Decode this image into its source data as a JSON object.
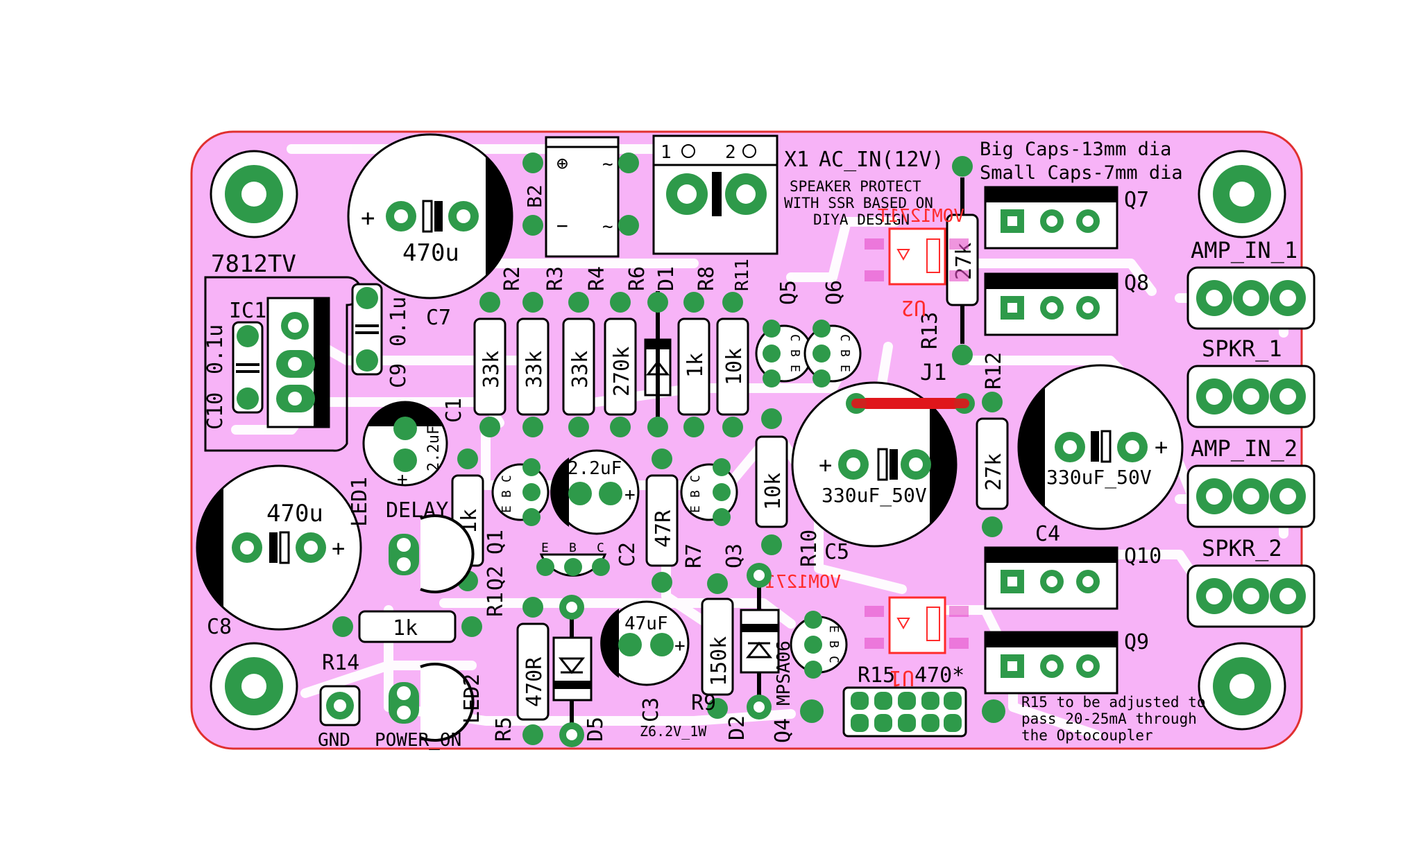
{
  "colors": {
    "board": "#f7b3f7",
    "edge": "#e03030",
    "pad": "#2e9a4a",
    "trace_red": "#e0161b",
    "silk": "#000000",
    "back_silk": "#ff2b2b"
  },
  "board": {
    "connectors": {
      "x1_label": "X1",
      "x1_pin1": "1",
      "x1_pin2": "2",
      "ac_in": "AC_IN(12V)",
      "amp_in_1": "AMP_IN_1",
      "spkr_1": "SPKR_1",
      "amp_in_2": "AMP_IN_2",
      "spkr_2": "SPKR_2",
      "gnd": "GND",
      "j1": "J1"
    },
    "notes": {
      "big_caps": "Big Caps-13mm dia",
      "small_caps": "Small Caps-7mm dia",
      "title1": "SPEAKER PROTECT",
      "title2": "WITH SSR BASED ON",
      "title3": "DIYA DESIGN",
      "r15_1": "R15 to be adjusted to",
      "r15_2": "pass 20-25mA through",
      "r15_3": "the Optocoupler"
    },
    "refs": {
      "b2": "B2",
      "c7": "C7",
      "c7_val": "470u",
      "plus": "+",
      "reg": "7812TV",
      "ic1": "IC1",
      "c10": "C10",
      "c10_val": "0.1u",
      "c9": "C9",
      "c9_val": "0.1u",
      "r2": "R2",
      "r3": "R3",
      "r4": "R4",
      "r6": "R6",
      "d1": "D1",
      "r8": "R8",
      "r11": "R11",
      "v33k": "33k",
      "v270k": "270k",
      "v1k": "1k",
      "v10k": "10k",
      "q5": "Q5",
      "q6": "Q6",
      "c1": "C1",
      "c1_val": "2.2uF",
      "c2": "C2",
      "c2_val": "2.2uF",
      "r1": "R1",
      "q2": "Q2",
      "q1": "Q1",
      "q3": "Q3",
      "r7": "R7",
      "v47r": "47R",
      "r10": "R10",
      "c5": "C5",
      "c5_val": "330uF_50V",
      "c4": "C4",
      "c4_val": "330uF_50V",
      "r13": "R13",
      "r12": "R12",
      "v27k": "27k",
      "q7": "Q7",
      "q8": "Q8",
      "q9": "Q9",
      "q10": "Q10",
      "c8": "C8",
      "c8_val": "470u",
      "led1": "LED1",
      "delay": "DELAY",
      "r14": "R14",
      "led2": "LED2",
      "power_on": "POWER_ON",
      "r5": "R5",
      "v470r": "470R",
      "d5": "D5",
      "c3": "C3",
      "c3_val": "47uF",
      "r9": "R9",
      "v150k": "150k",
      "zener": "Z6.2V_1W",
      "d2": "D2",
      "mpsa06": "MPSA06",
      "q4": "Q4",
      "r15": "R15",
      "v470": "470*",
      "e": "E",
      "b": "B",
      "c": "C"
    },
    "back": {
      "opto": "VOM1271T",
      "u2": "U2",
      "u1": "U1"
    }
  }
}
